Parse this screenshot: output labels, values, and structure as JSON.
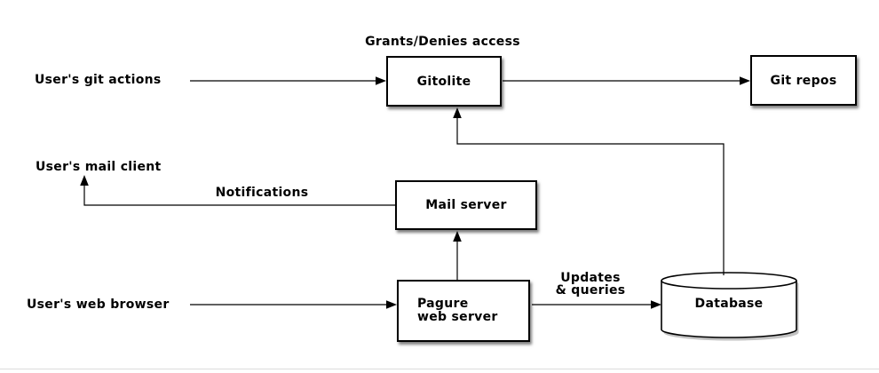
{
  "nodes": {
    "gitolite": "Gitolite",
    "git_repos": "Git repos",
    "mail_server": "Mail server",
    "pagure_line1": "Pagure",
    "pagure_line2": "web server",
    "database": "Database"
  },
  "actors": {
    "git_actions": "User's git actions",
    "mail_client": "User's mail client",
    "web_browser": "User's web browser"
  },
  "edge_labels": {
    "grants_denies": "Grants/Denies access",
    "notifications": "Notifications",
    "updates_line1": "Updates",
    "updates_line2": "& queries"
  },
  "colors": {
    "background": "#ffffff",
    "line": "#000000",
    "node_fill": "#ffffff",
    "node_border": "#000000",
    "text": "#000000"
  }
}
